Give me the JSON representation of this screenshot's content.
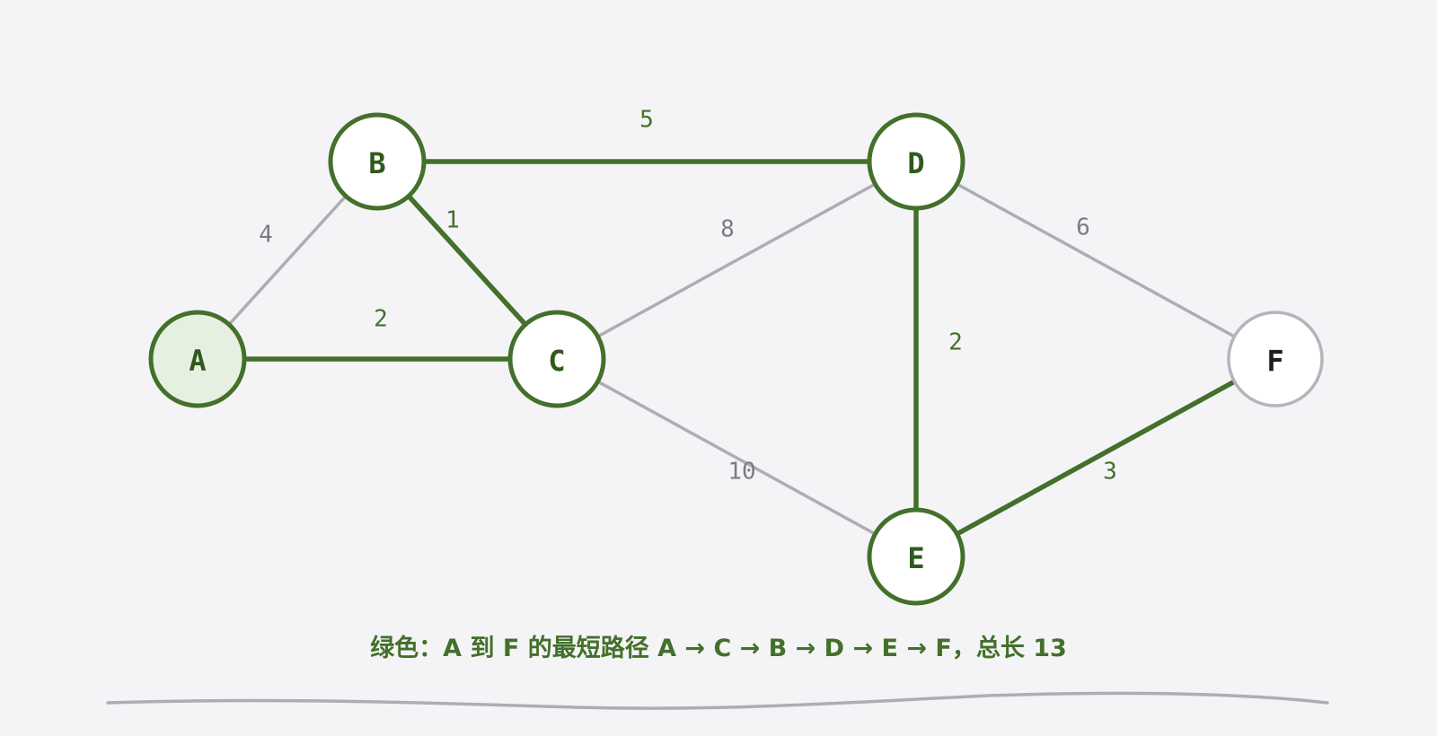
{
  "graph": {
    "nodes": [
      {
        "id": "A",
        "label": "A",
        "state": "start"
      },
      {
        "id": "B",
        "label": "B",
        "state": "path"
      },
      {
        "id": "C",
        "label": "C",
        "state": "path"
      },
      {
        "id": "D",
        "label": "D",
        "state": "path"
      },
      {
        "id": "E",
        "label": "E",
        "state": "path"
      },
      {
        "id": "F",
        "label": "F",
        "state": "plain"
      }
    ],
    "edges": [
      {
        "from": "A",
        "to": "B",
        "weight": "4",
        "on_path": false
      },
      {
        "from": "A",
        "to": "C",
        "weight": "2",
        "on_path": true
      },
      {
        "from": "B",
        "to": "C",
        "weight": "1",
        "on_path": true
      },
      {
        "from": "B",
        "to": "D",
        "weight": "5",
        "on_path": true
      },
      {
        "from": "C",
        "to": "D",
        "weight": "8",
        "on_path": false
      },
      {
        "from": "C",
        "to": "E",
        "weight": "10",
        "on_path": false
      },
      {
        "from": "D",
        "to": "E",
        "weight": "2",
        "on_path": true
      },
      {
        "from": "D",
        "to": "F",
        "weight": "6",
        "on_path": false
      },
      {
        "from": "E",
        "to": "F",
        "weight": "3",
        "on_path": true
      }
    ]
  },
  "caption": "绿色：A 到 F 的最短路径 A → C → B → D → E → F，总长 13",
  "colors": {
    "path": "#43702a",
    "plain_edge": "#adadb5",
    "start_fill": "#e6f0e0",
    "background": "#f4f4f7"
  }
}
